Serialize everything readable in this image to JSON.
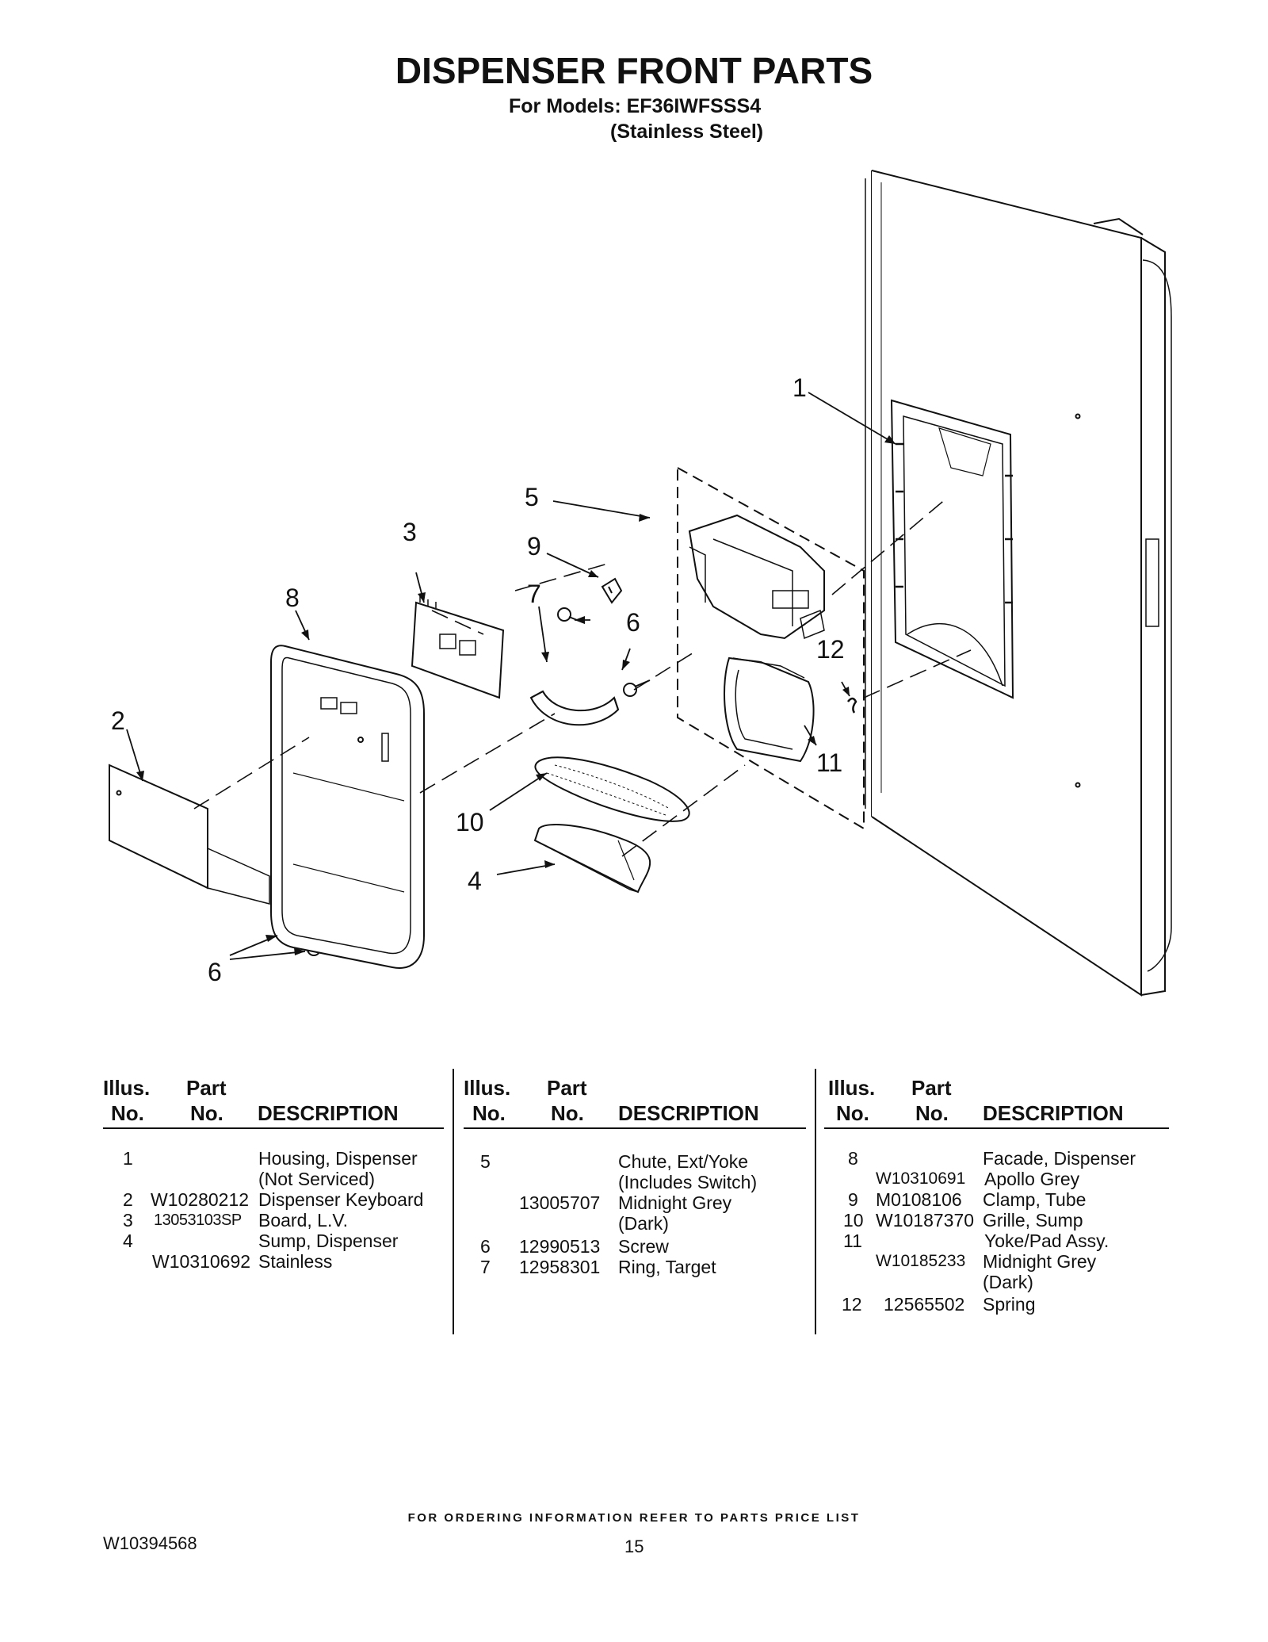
{
  "header": {
    "title": "DISPENSER FRONT PARTS",
    "models_line": "For Models: EF36IWFSSS4",
    "finish_line": "(Stainless Steel)"
  },
  "callouts": [
    "1",
    "2",
    "3",
    "4",
    "5",
    "6",
    "6",
    "7",
    "8",
    "9",
    "10",
    "11",
    "12"
  ],
  "table": {
    "headers": {
      "illus_top": "Illus.",
      "illus_bot": "No.",
      "part_top": "Part",
      "part_bot": "No.",
      "description": "DESCRIPTION"
    },
    "columns": [
      [
        {
          "illus": "1",
          "part": "",
          "desc": "Housing, Dispenser"
        },
        {
          "illus": "",
          "part": "",
          "desc": "(Not Serviced)"
        },
        {
          "illus": "2",
          "part": "W10280212",
          "desc": "Dispenser Keyboard"
        },
        {
          "illus": "3",
          "part": "13053103SP",
          "desc": "Board, L.V."
        },
        {
          "illus": "4",
          "part": "",
          "desc": "Sump, Dispenser"
        },
        {
          "illus": "",
          "part": "W10310692",
          "desc": "Stainless"
        }
      ],
      [
        {
          "illus": "5",
          "part": "",
          "desc": "Chute, Ext/Yoke"
        },
        {
          "illus": "",
          "part": "",
          "desc": "(Includes Switch)"
        },
        {
          "illus": "",
          "part": "13005707",
          "desc": "Midnight Grey"
        },
        {
          "illus": "",
          "part": "",
          "desc": "(Dark)"
        },
        {
          "illus": "6",
          "part": "12990513",
          "desc": "Screw"
        },
        {
          "illus": "7",
          "part": "12958301",
          "desc": "Ring, Target"
        }
      ],
      [
        {
          "illus": "8",
          "part": "",
          "desc": "Facade, Dispenser"
        },
        {
          "illus": "",
          "part": "W10310691",
          "desc": "Apollo Grey"
        },
        {
          "illus": "9",
          "part": "M0108106",
          "desc": "Clamp, Tube"
        },
        {
          "illus": "10",
          "part": "W10187370",
          "desc": "Grille, Sump"
        },
        {
          "illus": "11",
          "part": "",
          "desc": "Yoke/Pad Assy."
        },
        {
          "illus": "",
          "part": "W10185233",
          "desc": "Midnight Grey"
        },
        {
          "illus": "",
          "part": "",
          "desc": "(Dark)"
        },
        {
          "illus": "12",
          "part": "12565502",
          "desc": "Spring"
        }
      ]
    ]
  },
  "footer": {
    "note": "FOR ORDERING INFORMATION REFER TO PARTS PRICE LIST",
    "doc_id": "W10394568",
    "page": "15"
  }
}
